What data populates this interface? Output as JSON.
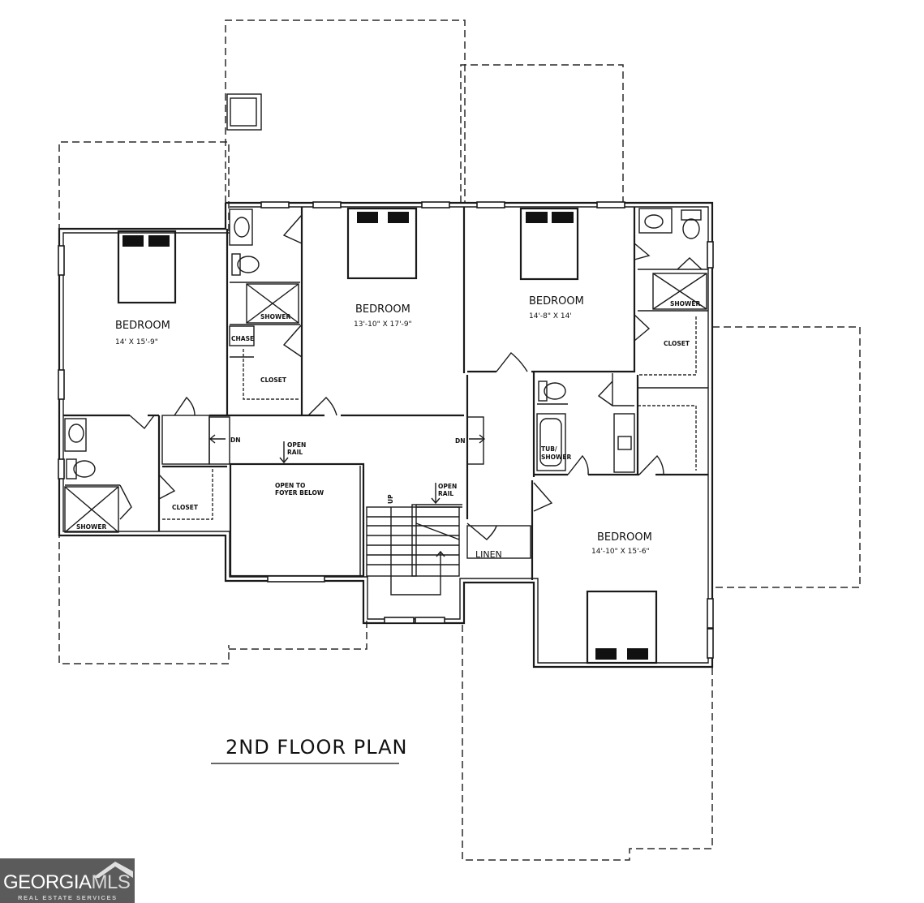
{
  "plan": {
    "title": "2ND FLOOR PLAN",
    "rooms": {
      "bedroom_west": {
        "name": "BEDROOM",
        "dims": "14' X 15'-9\""
      },
      "bedroom_north_center": {
        "name": "BEDROOM",
        "dims": "13'-10\" X 17'-9\""
      },
      "bedroom_north_east": {
        "name": "BEDROOM",
        "dims": "14'-8\" X 14'"
      },
      "bedroom_south_east": {
        "name": "BEDROOM",
        "dims": "14'-10\" X 15'-6\""
      }
    },
    "labels": {
      "shower": "SHOWER",
      "chase": "CHASE",
      "closet": "CLOSET",
      "linen": "LINEN",
      "tub_shower_1": "TUB/",
      "tub_shower_2": "SHOWER",
      "open_rail_1": "OPEN",
      "open_rail_2": "RAIL",
      "open_to_1": "OPEN TO",
      "open_to_2": "FOYER BELOW",
      "down": "DN",
      "up": "UP"
    }
  },
  "logo": {
    "brand_main": "GEORGIA",
    "brand_accent": "MLS",
    "tagline": "REAL ESTATE SERVICES"
  }
}
